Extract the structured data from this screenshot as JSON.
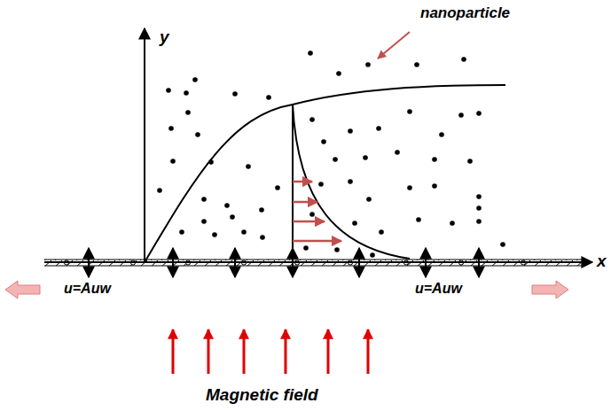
{
  "diagram": {
    "labels": [
      "nanoparticle",
      "y",
      "x",
      "u=Auw",
      "u=Auw",
      "Magnetic field"
    ]
  }
}
